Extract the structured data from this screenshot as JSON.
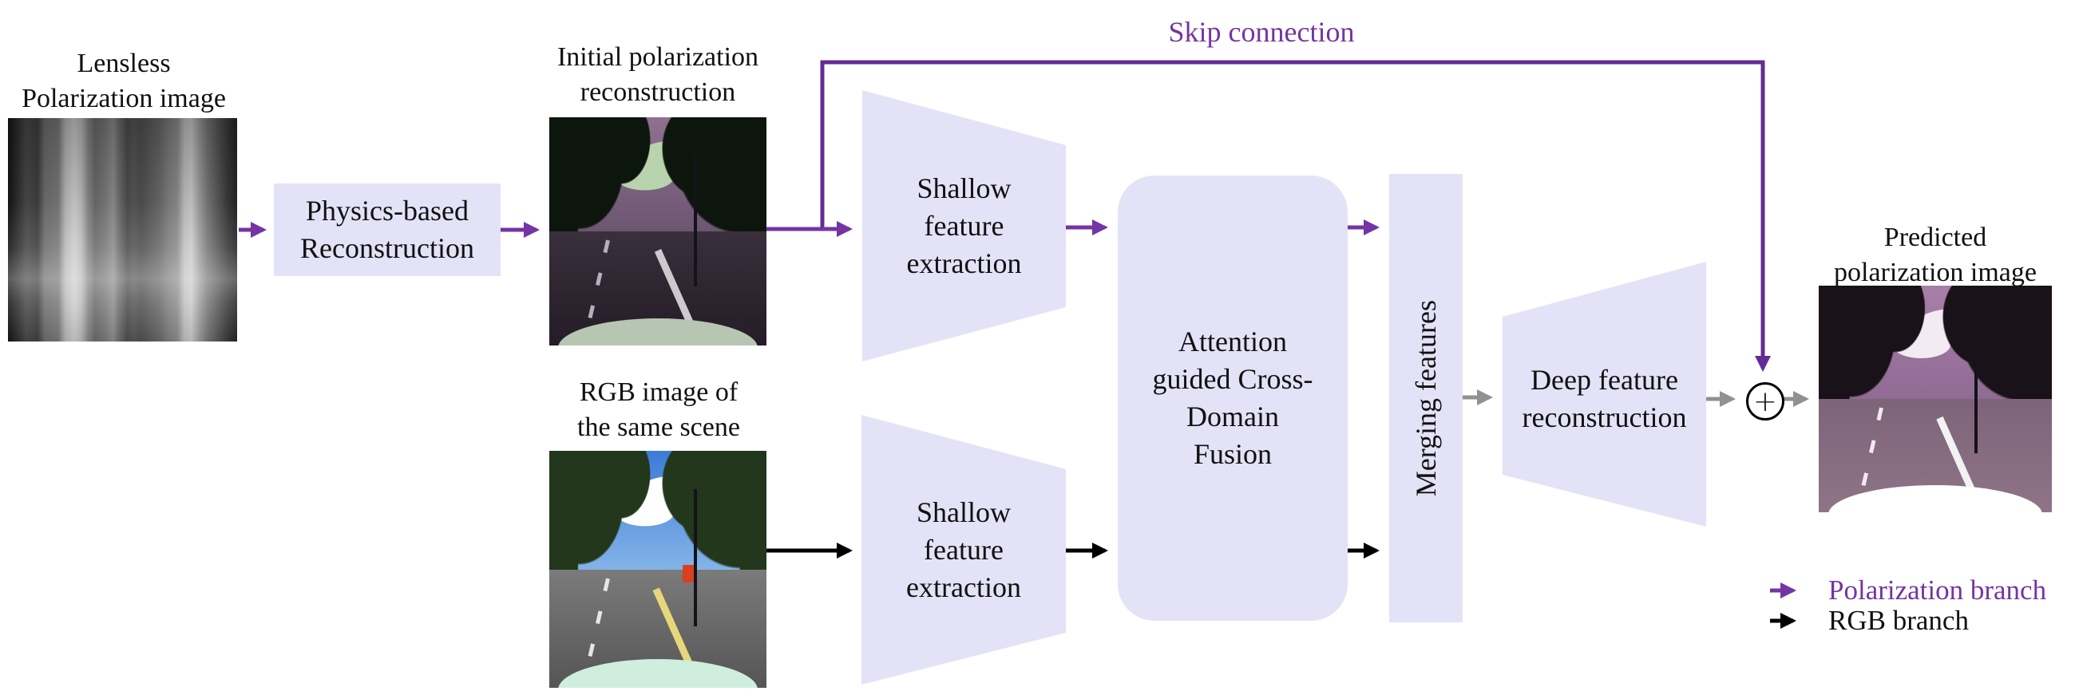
{
  "figure": {
    "skip_label": "Skip connection",
    "inputs": {
      "lensless": {
        "lines": [
          "Lensless",
          "Polarization image"
        ]
      },
      "initial": {
        "lines": [
          "Initial polarization",
          "reconstruction"
        ]
      },
      "rgb": {
        "lines": [
          "RGB image of",
          "the same scene"
        ]
      },
      "predicted": {
        "lines": [
          "Predicted",
          "polarization image"
        ]
      }
    },
    "blocks": {
      "physics": {
        "lines": [
          "Physics-based",
          "Reconstruction"
        ]
      },
      "shallow_top": {
        "lines": [
          "Shallow",
          "feature",
          "extraction"
        ]
      },
      "shallow_bottom": {
        "lines": [
          "Shallow",
          "feature",
          "extraction"
        ]
      },
      "attention": {
        "lines": [
          "Attention",
          "guided Cross-",
          "Domain",
          "Fusion"
        ]
      },
      "merging": {
        "label": "Merging features"
      },
      "deep": {
        "lines": [
          "Deep feature",
          "reconstruction"
        ]
      },
      "sum": {
        "symbol": "+"
      }
    },
    "legend": {
      "items": [
        {
          "label": "Polarization branch",
          "color": "#7434A4"
        },
        {
          "label": "RGB branch",
          "color": "#000000"
        }
      ]
    },
    "colors": {
      "polarization_branch": "#7434A4",
      "skip_line": "#632B96",
      "rgb_branch": "#000000",
      "merged_branch": "#919191",
      "block_fill": "#E4E2F6"
    }
  }
}
